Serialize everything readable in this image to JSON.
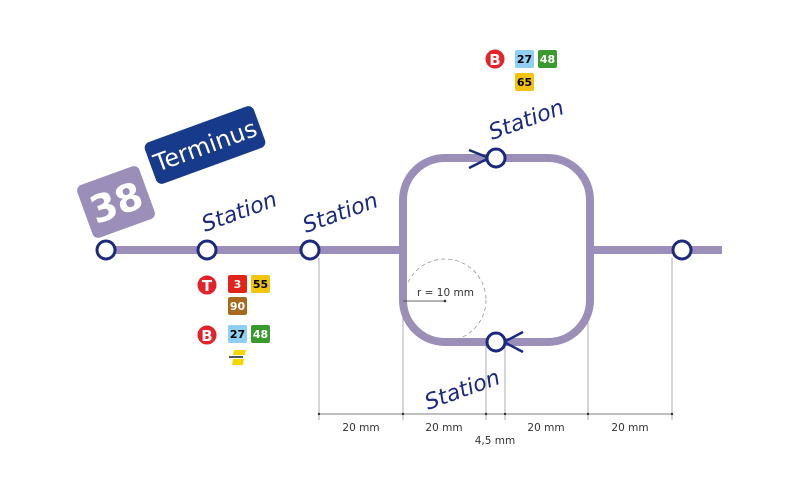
{
  "colors": {
    "line": "#9b8fb9",
    "station": "#1b2a7e",
    "terminus_box": "#173a8a",
    "line_badge": "#9b8fb9",
    "mode_circle": "#e42229"
  },
  "line_badge": {
    "number": "38"
  },
  "terminus": {
    "label": "Terminus"
  },
  "stations": {
    "s1": "Station",
    "s2": "Station",
    "top": "Station",
    "bottom": "Station"
  },
  "connections_station1": {
    "tram": {
      "mode": "T",
      "lines": [
        {
          "n": "3",
          "bg": "#e2231a",
          "fg": "#fff"
        },
        {
          "n": "55",
          "bg": "#f1c40f",
          "fg": "#000"
        },
        {
          "n": "90",
          "bg": "#a66a1f",
          "fg": "#fff"
        }
      ]
    },
    "bus": {
      "mode": "B",
      "lines": [
        {
          "n": "27",
          "bg": "#8fd0f2",
          "fg": "#000"
        },
        {
          "n": "48",
          "bg": "#3a9a2e",
          "fg": "#fff"
        }
      ]
    }
  },
  "connections_top": {
    "bus": {
      "mode": "B",
      "lines": [
        {
          "n": "27",
          "bg": "#8fd0f2",
          "fg": "#000"
        },
        {
          "n": "48",
          "bg": "#3a9a2e",
          "fg": "#fff"
        },
        {
          "n": "65",
          "bg": "#f1c40f",
          "fg": "#000"
        }
      ]
    }
  },
  "dimensions": {
    "radius": "r = 10 mm",
    "d1": "20 mm",
    "d2": "20 mm",
    "d3": "4,5 mm",
    "d4": "20 mm",
    "d5": "20 mm"
  }
}
